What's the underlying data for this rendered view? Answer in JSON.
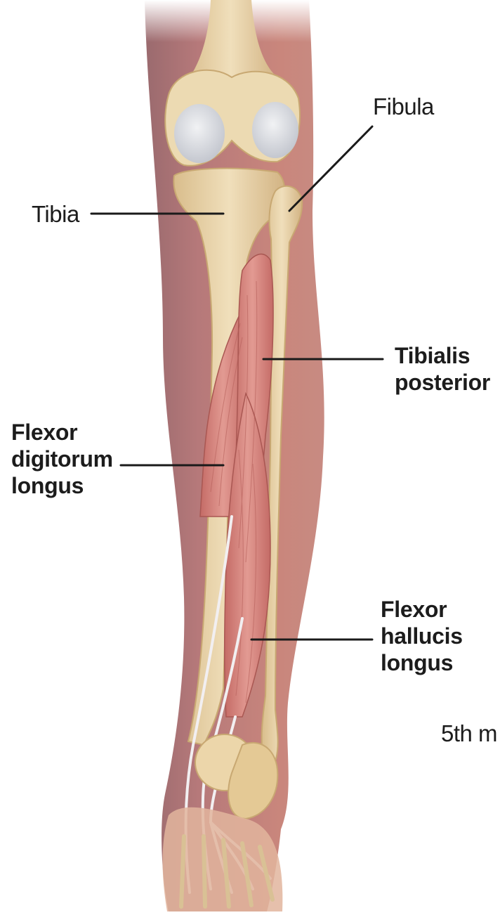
{
  "diagram": {
    "labels": {
      "fibula": "Fibula",
      "tibia": "Tibia",
      "tibialis_posterior": [
        "Tibialis",
        "posterior"
      ],
      "flexor_digitorum_longus": [
        "Flexor",
        "digitorum",
        "longus"
      ],
      "flexor_hallucis_longus": [
        "Flexor",
        "hallucis",
        "longus"
      ],
      "fifth_metatarsal_partial": "5th m"
    }
  },
  "colors": {
    "skin": "#c9867c",
    "skin_shadow": "#9a6a6e",
    "bone": "#ead6ad",
    "bone_shadow": "#cdb07f",
    "cartilage": "#d8dbe0",
    "muscle": "#d98c86",
    "muscle_dark": "#b9615c",
    "tendon": "#f1eef0",
    "leader_line": "#1a1a1a",
    "text": "#1c1c1c"
  }
}
